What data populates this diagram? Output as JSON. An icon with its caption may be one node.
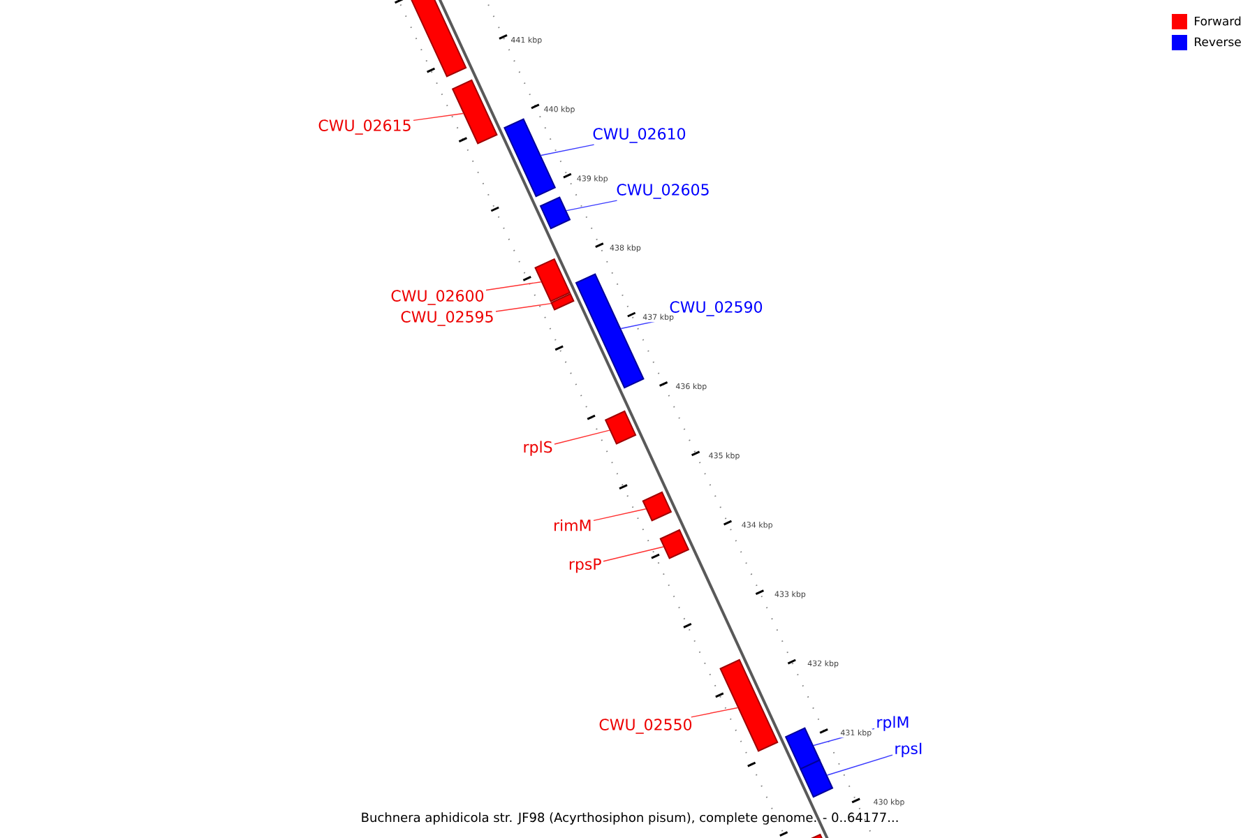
{
  "diagram": {
    "caption": "Buchnera aphidicola str. JF98 (Acyrthosiphon pisum), complete genome. - 0..64177...",
    "nodes": [
      {
        "text": [],
        "shape": "bar"
      },
      {
        "text": [
          "CWU_02615"
        ]
      },
      {
        "text": [],
        "shape": "bar"
      },
      {
        "text": [
          "CWU_02610"
        ]
      },
      {
        "text": [],
        "shape": "bar"
      },
      {
        "text": [
          "CWU_02605"
        ]
      },
      {
        "text": [],
        "shape": "bar"
      },
      {
        "text": [
          "CWU_02600"
        ]
      },
      {
        "text": [],
        "shape": "bar"
      },
      {
        "text": [
          "CWU_02595"
        ]
      },
      {
        "text": [],
        "shape": "bar"
      },
      {
        "text": [
          "CWU_02590"
        ]
      },
      {
        "text": [],
        "shape": "bar"
      },
      {
        "text": [
          "rplS"
        ]
      },
      {
        "text": [],
        "shape": "bar"
      },
      {
        "text": [
          "rimM"
        ]
      },
      {
        "text": [],
        "shape": "bar"
      },
      {
        "text": [
          "rpsP"
        ]
      },
      {
        "text": [],
        "shape": "bar"
      },
      {
        "text": [
          "CWU_02550"
        ]
      },
      {
        "text": [],
        "shape": "bar"
      },
      {
        "text": [
          "rplM"
        ]
      },
      {
        "text": [],
        "shape": "bar"
      },
      {
        "text": [
          "rpsI"
        ]
      },
      {
        "text": [],
        "shape": "bar"
      },
      {
        "text": [],
        "shape": "bar"
      }
    ],
    "edges": [
      {
        "from": 1,
        "to": 2,
        "arrow": "none"
      },
      {
        "from": 3,
        "to": 4,
        "arrow": "none",
        "color": "#3a3aff"
      },
      {
        "from": 5,
        "to": 6,
        "arrow": "none",
        "color": "#3a3aff"
      },
      {
        "from": 7,
        "to": 8,
        "arrow": "none"
      },
      {
        "from": 9,
        "to": 10,
        "arrow": "none"
      },
      {
        "from": 11,
        "to": 12,
        "arrow": "none",
        "color": "#3a3aff"
      },
      {
        "from": 13,
        "to": 14,
        "arrow": "none"
      },
      {
        "from": 15,
        "to": 16,
        "arrow": "none"
      },
      {
        "from": 17,
        "to": 18,
        "arrow": "none"
      },
      {
        "from": 19,
        "to": 20,
        "arrow": "none"
      },
      {
        "from": 21,
        "to": 22,
        "arrow": "none",
        "color": "#3a3aff"
      },
      {
        "from": 23,
        "to": 24,
        "arrow": "none",
        "color": "#3a3aff"
      }
    ],
    "labels": [
      "441 kbp",
      "440 kbp",
      "439 kbp",
      "438 kbp",
      "437 kbp",
      "436 kbp",
      "435 kbp",
      "434 kbp",
      "433 kbp",
      "432 kbp",
      "431 kbp",
      "430 kbp"
    ],
    "legend": [
      {
        "text": "Forward",
        "color": "#ff0000"
      },
      {
        "text": "Reverse",
        "color": "#0000ff"
      }
    ]
  }
}
